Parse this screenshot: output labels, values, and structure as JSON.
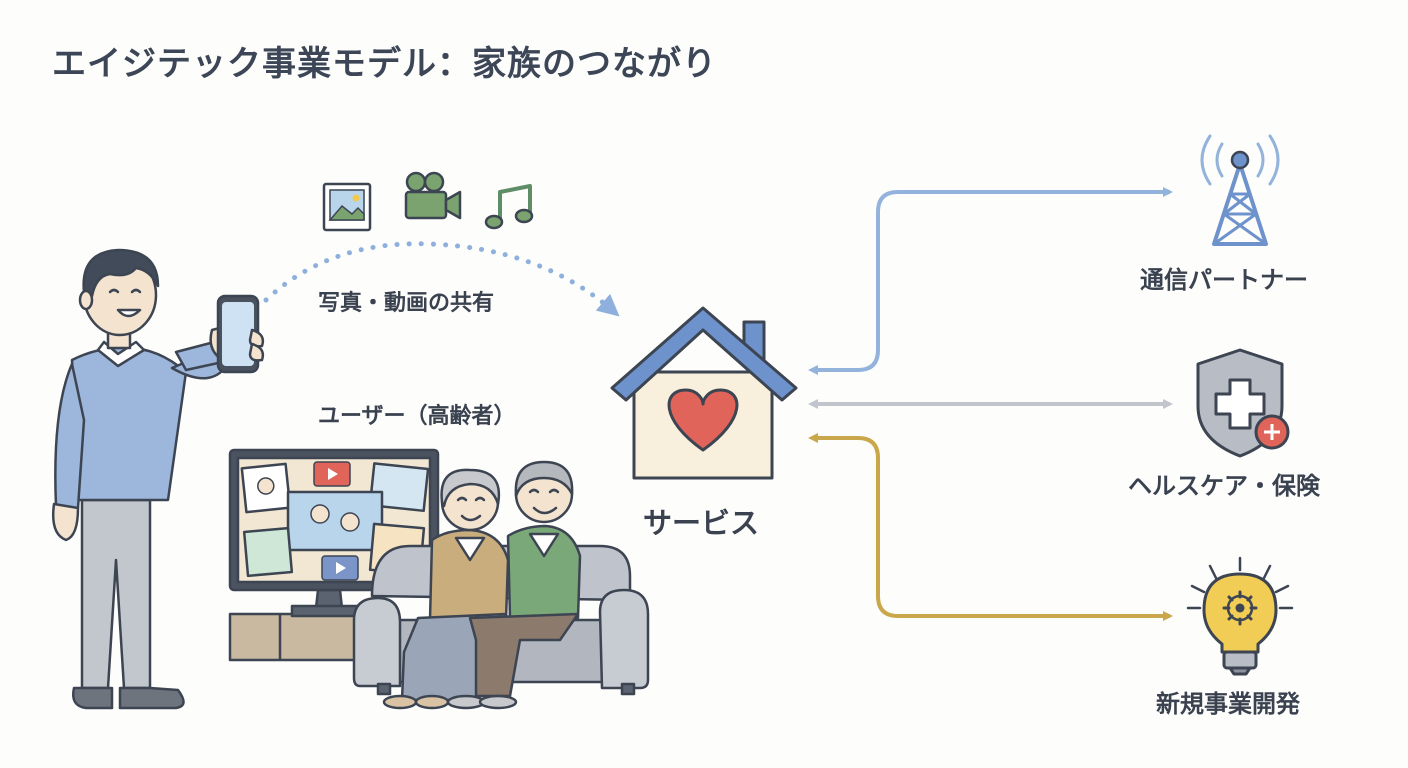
{
  "title": "エイジテック事業モデル：家族のつながり",
  "labels": {
    "share": "写真・動画の共有",
    "user": "ユーザー（高齢者）",
    "service": "サービス",
    "telecom": "通信パートナー",
    "health": "ヘルスケア・保険",
    "newbiz": "新規事業開発"
  },
  "icons": {
    "photo": "photo-icon",
    "video": "video-camera-icon",
    "music": "music-note-icon",
    "house": "house-heart-icon",
    "tower": "antenna-tower-icon",
    "shield": "shield-cross-icon",
    "bulb": "lightbulb-gear-icon"
  },
  "colors": {
    "telecom_arrow": "#93b3dc",
    "health_arrow": "#c3c5cc",
    "newbiz_arrow": "#c9a74a",
    "share_dots": "#8fb0dc",
    "heart": "#e0645a",
    "roof": "#6e93cc"
  }
}
